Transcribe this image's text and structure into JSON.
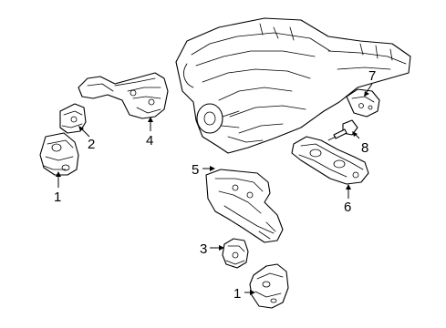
{
  "diagram": {
    "callouts": [
      {
        "id": "c1a",
        "label": "1"
      },
      {
        "id": "c2",
        "label": "2"
      },
      {
        "id": "c4",
        "label": "4"
      },
      {
        "id": "c5",
        "label": "5"
      },
      {
        "id": "c3",
        "label": "3"
      },
      {
        "id": "c1b",
        "label": "1"
      },
      {
        "id": "c7",
        "label": "7"
      },
      {
        "id": "c8",
        "label": "8"
      },
      {
        "id": "c6",
        "label": "6"
      }
    ],
    "colors": {
      "line": "#000000",
      "background": "#ffffff"
    }
  }
}
